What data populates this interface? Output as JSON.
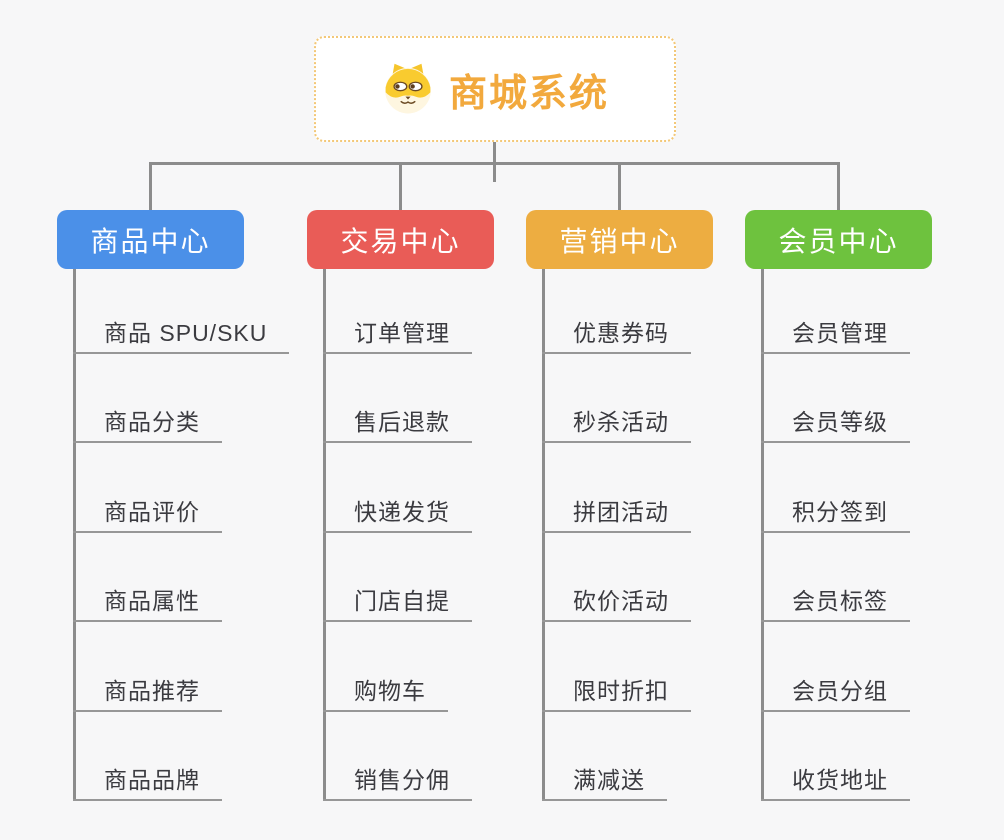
{
  "root": {
    "title": "商城系统",
    "icon": "dog-icon",
    "title_color": "#f2a93d",
    "border_color": "#f3c878"
  },
  "connector_color": "#8c8c8c",
  "branches": [
    {
      "label": "商品中心",
      "color": "#4b90e8",
      "items": [
        "商品 SPU/SKU",
        "商品分类",
        "商品评价",
        "商品属性",
        "商品推荐",
        "商品品牌"
      ]
    },
    {
      "label": "交易中心",
      "color": "#e95c57",
      "items": [
        "订单管理",
        "售后退款",
        "快递发货",
        "门店自提",
        "购物车",
        "销售分佣"
      ]
    },
    {
      "label": "营销中心",
      "color": "#edad41",
      "items": [
        "优惠券码",
        "秒杀活动",
        "拼团活动",
        "砍价活动",
        "限时折扣",
        "满减送"
      ]
    },
    {
      "label": "会员中心",
      "color": "#6ec23e",
      "items": [
        "会员管理",
        "会员等级",
        "积分签到",
        "会员标签",
        "会员分组",
        "收货地址"
      ]
    }
  ]
}
